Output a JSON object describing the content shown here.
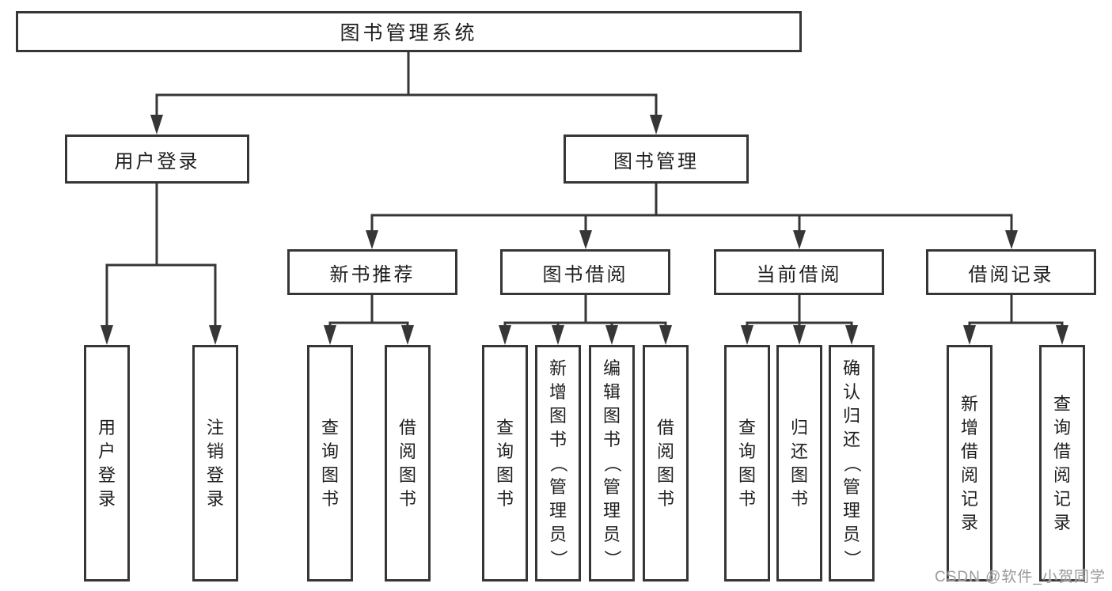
{
  "colors": {
    "line": "#363636",
    "text": "#1e1e1e",
    "watermark": "#9a9a9a",
    "background": "#ffffff"
  },
  "watermark": {
    "text": "CSDN @软件_小贺同学"
  },
  "tree": {
    "label": "图书管理系统",
    "children": [
      {
        "label": "用户登录",
        "children": [
          {
            "label": "用户登录"
          },
          {
            "label": "注销登录"
          }
        ]
      },
      {
        "label": "图书管理",
        "children": [
          {
            "label": "新书推荐",
            "children": [
              {
                "label": "查询图书"
              },
              {
                "label": "借阅图书"
              }
            ]
          },
          {
            "label": "图书借阅",
            "children": [
              {
                "label": "查询图书"
              },
              {
                "label": "新增图书（管理员）"
              },
              {
                "label": "编辑图书（管理员）"
              },
              {
                "label": "借阅图书"
              }
            ]
          },
          {
            "label": "当前借阅",
            "children": [
              {
                "label": "查询图书"
              },
              {
                "label": "归还图书"
              },
              {
                "label": "确认归还（管理员）"
              }
            ]
          },
          {
            "label": "借阅记录",
            "children": [
              {
                "label": "新增借阅记录"
              },
              {
                "label": "查询借阅记录"
              }
            ]
          }
        ]
      }
    ]
  }
}
